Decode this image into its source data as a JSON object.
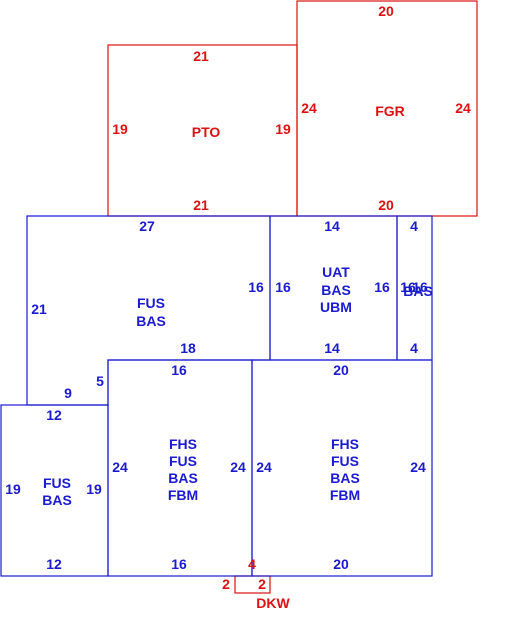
{
  "colors": {
    "upper": "#dd1111",
    "main": "#1a1ad0",
    "background": "#ffffff"
  },
  "areas": {
    "fgr": {
      "codes": [
        "FGR"
      ],
      "top": "20",
      "bottom": "20",
      "left": "24",
      "right": "24"
    },
    "pto": {
      "codes": [
        "PTO"
      ],
      "top": "21",
      "bottom": "21",
      "left": "19",
      "right": "19"
    },
    "fus_main": {
      "codes": [
        "FUS",
        "BAS"
      ],
      "top": "27",
      "bottom": "18",
      "left": "21",
      "right": "16",
      "notch_horizontal": "9",
      "notch_vertical": "5"
    },
    "uat": {
      "codes": [
        "UAT",
        "BAS",
        "UBM"
      ],
      "top": "14",
      "bottom": "14",
      "left": "16",
      "right": "16"
    },
    "bas_strip": {
      "codes": [
        "BAS"
      ],
      "top": "4",
      "bottom": "4",
      "left": "16",
      "right": "16"
    },
    "fus_left": {
      "codes": [
        "FUS",
        "BAS"
      ],
      "top": "12",
      "bottom": "12",
      "left": "19",
      "right": "19"
    },
    "fhs_center": {
      "codes": [
        "FHS",
        "FUS",
        "BAS",
        "FBM"
      ],
      "top": "16",
      "bottom": "16",
      "left": "24",
      "right": "24"
    },
    "fhs_right": {
      "codes": [
        "FHS",
        "FUS",
        "BAS",
        "FBM"
      ],
      "top": "20",
      "bottom": "20",
      "left": "24",
      "right": "24"
    },
    "dkw": {
      "codes": [
        "DKW"
      ],
      "top": "4",
      "left": "2",
      "right": "2"
    }
  }
}
